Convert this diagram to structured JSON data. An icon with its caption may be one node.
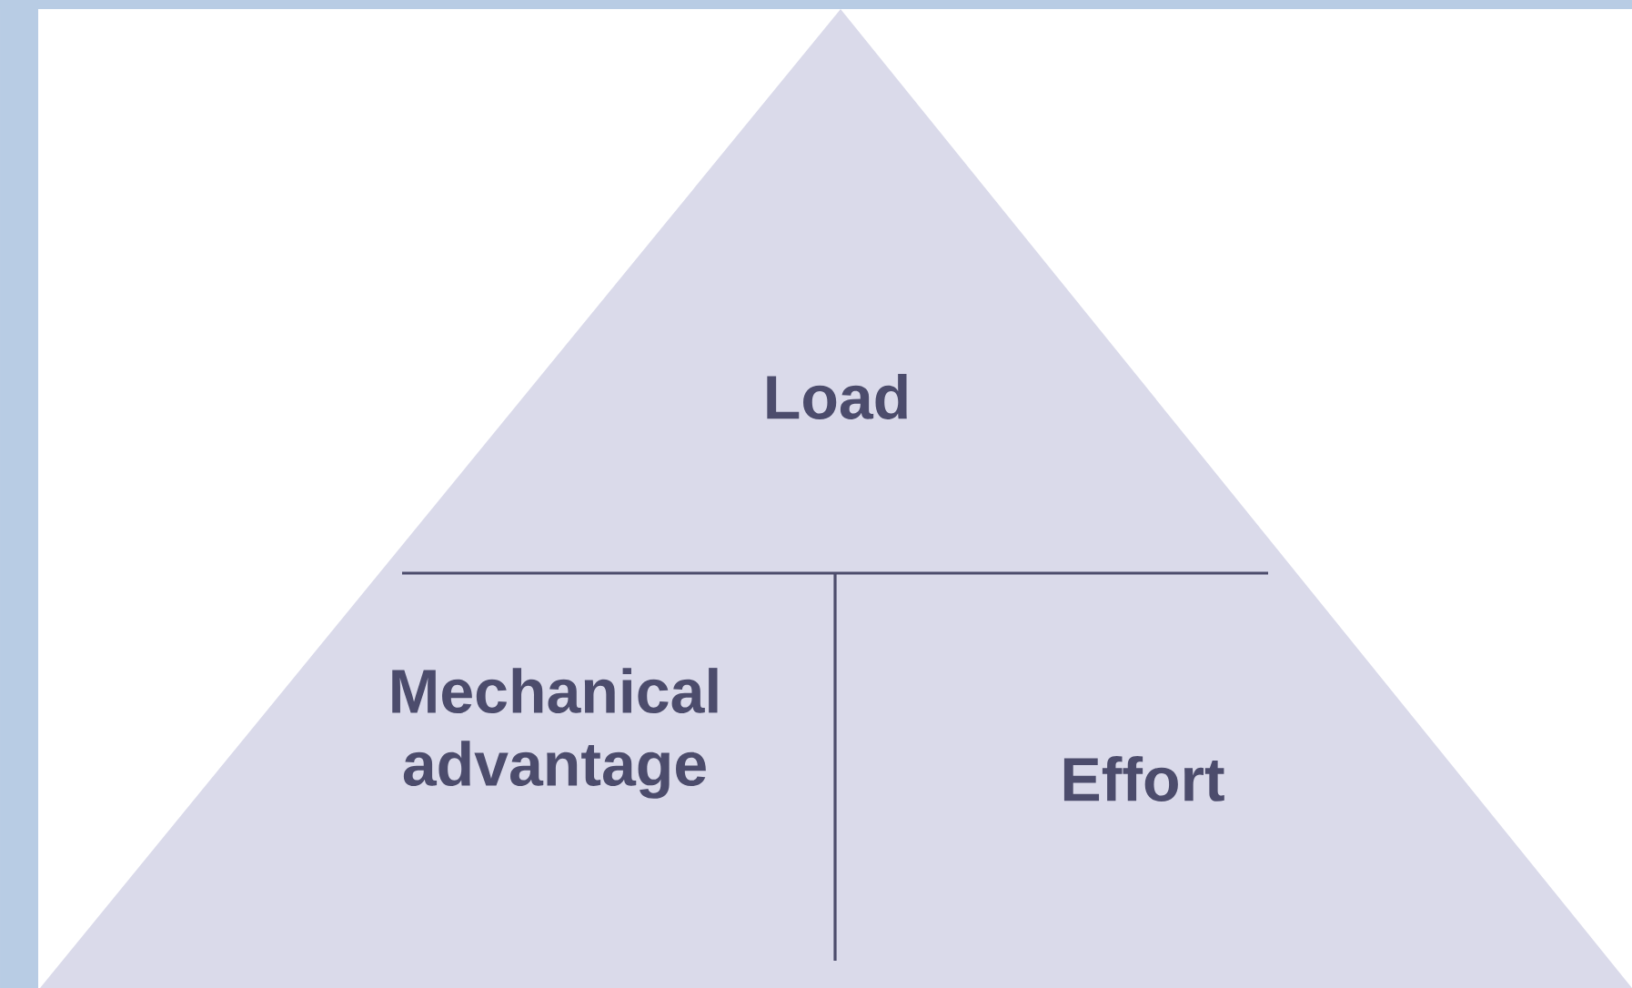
{
  "diagram": {
    "nodes": [
      {
        "text": [
          "Load",
          "Mechanical advantage",
          "Effort"
        ]
      }
    ]
  }
}
